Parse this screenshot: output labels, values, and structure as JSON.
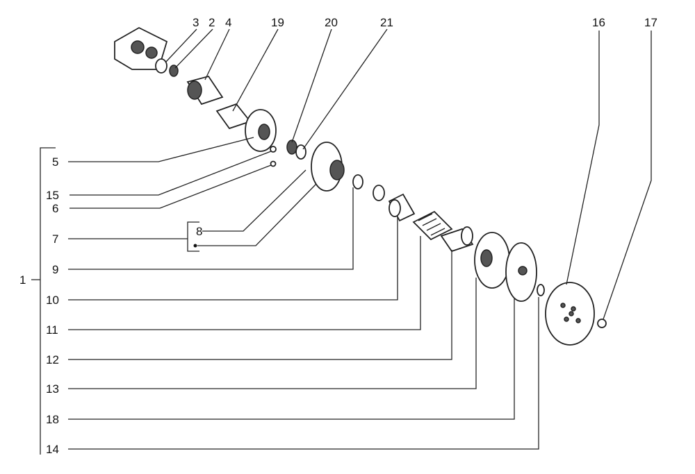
{
  "diagram": {
    "type": "exploded-parts-view",
    "group_label": "1",
    "top_labels": [
      "3",
      "2",
      "4",
      "19",
      "20",
      "21",
      "16",
      "17"
    ],
    "left_labels": [
      "5",
      "15",
      "6",
      "7",
      "9",
      "10",
      "11",
      "12",
      "13",
      "18",
      "14"
    ],
    "sub_bracket_label": "8"
  }
}
